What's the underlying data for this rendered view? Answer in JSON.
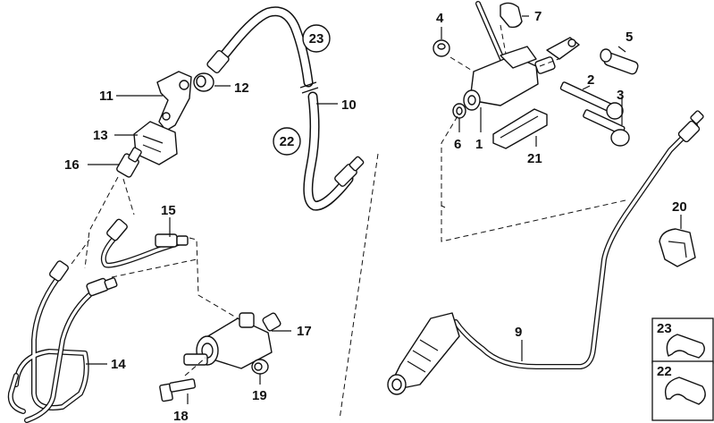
{
  "callouts": {
    "n1": "1",
    "n2": "2",
    "n3": "3",
    "n4": "4",
    "n5": "5",
    "n6": "6",
    "n7": "7",
    "n9": "9",
    "n10": "10",
    "n11": "11",
    "n12": "12",
    "n13": "13",
    "n14": "14",
    "n15": "15",
    "n16": "16",
    "n17": "17",
    "n18": "18",
    "n19": "19",
    "n20": "20",
    "n21": "21",
    "n22": "22",
    "n23": "23"
  },
  "circled": {
    "c23": "23",
    "c22": "22"
  },
  "legend": {
    "l23": "23",
    "l22": "22"
  }
}
